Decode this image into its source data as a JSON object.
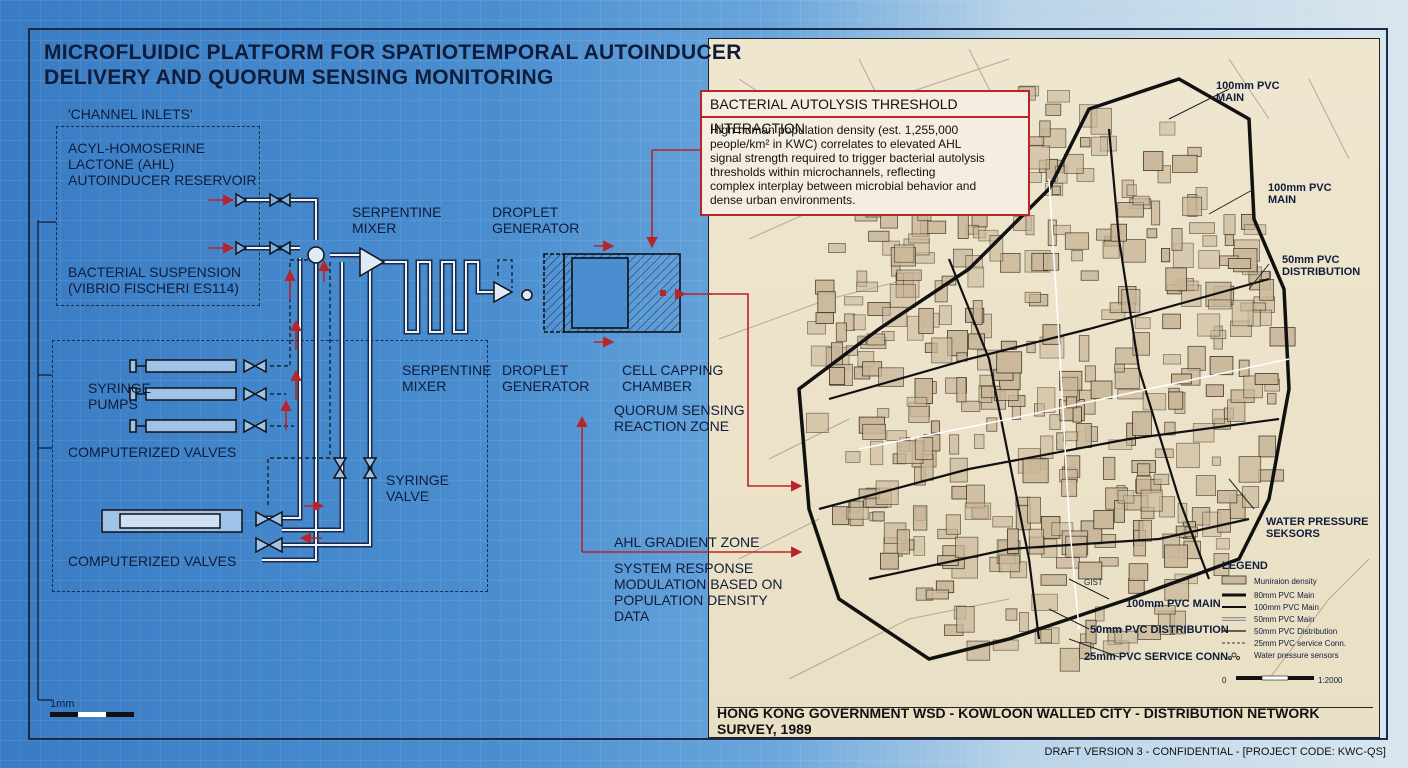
{
  "title": [
    "MICROFLUIDIC PLATFORM FOR SPATIOTEMPORAL AUTOINDUCER",
    "DELIVERY AND QUORUM SENSING MONITORING"
  ],
  "inlets": {
    "section": "'CHANNEL INLETS'",
    "ahl": [
      "ACYL-HOMOSERINE",
      "LACTONE (AHL)",
      "AUTOINDUCER RESERVOIR"
    ],
    "bacteria": [
      "BACTERIAL SUSPENSION",
      "(VIBRIO FISCHERI ES114)"
    ]
  },
  "pumps": {
    "syringe_pumps": [
      "SYRINGE",
      "PUMPS"
    ],
    "valves_upper": "COMPUTERIZED VALVES",
    "valves_lower": "COMPUTERIZED VALVES"
  },
  "components": {
    "serpentine_top": [
      "SERPENTINE",
      "MIXER"
    ],
    "droplet_top": [
      "DROPLET",
      "GENERATOR"
    ],
    "serpentine_bottom": [
      "SERPENTINE",
      "MIXER"
    ],
    "droplet_bottom": [
      "DROPLET",
      "GENERATOR"
    ],
    "chamber": [
      "CELL CAPPING",
      "CHAMBER"
    ],
    "quorum": [
      "QUORUM SENSING",
      "REACTION ZONE"
    ],
    "syringe_valve": [
      "SYRINGE",
      "VALVE"
    ]
  },
  "gradient": {
    "zone": "AHL GRADIENT ZONE",
    "modulation": [
      "SYSTEM RESPONSE",
      "MODULATION BASED ON",
      "POPULATION DENSITY",
      "DATA"
    ]
  },
  "scale": {
    "label": "1mm"
  },
  "callout": {
    "header": "BACTERIAL AUTOLYSIS THRESHOLD INTERACTION",
    "body": [
      "High human population density (est. 1,255,000",
      "people/km² in KWC) correlates to elevated AHL",
      "signal strength required to trigger bacterial autolysis",
      "thresholds within microchannels, reflecting",
      "complex interplay between microbial behavior and",
      "dense urban environments."
    ]
  },
  "map": {
    "labels": {
      "pvc_main_1": [
        "100mm PVC",
        "MAIN"
      ],
      "pvc_main_2": [
        "100mm PVC",
        "MAIN"
      ],
      "pvc_dist": [
        "50mm PVC",
        "DISTRIBUTION"
      ],
      "sensors": [
        "WATER PRESSURE",
        "SEKSORS"
      ],
      "main_bottom": "100mm PVC MAIN",
      "dist_bottom": "50mm PVC DISTRIBUTION",
      "service_bottom": "25mm PVC SERVICE CONN.",
      "gist": "GIST"
    },
    "legend": {
      "title": "LEGEND",
      "items": [
        "Muniraion density",
        "80mm PVC Main",
        "100mm PVC Main",
        "50mm PVC Main",
        "50mm PVC Distribution",
        "25mm PVC service Conn.",
        "Water pressure sensors"
      ],
      "scale_start": "0",
      "scale_end": "1:2000"
    },
    "footer": "HONG KONG GOVERNMENT WSD - KOWLOON WALLED CITY - DISTRIBUTION NETWORK SURVEY, 1989"
  },
  "footer": "DRAFT VERSION 3 - CONFIDENTIAL - [PROJECT CODE: KWC-QS]",
  "colors": {
    "accent_red": "#b7242a",
    "ink": "#0f1c3a",
    "paper": "#efe6cf"
  }
}
